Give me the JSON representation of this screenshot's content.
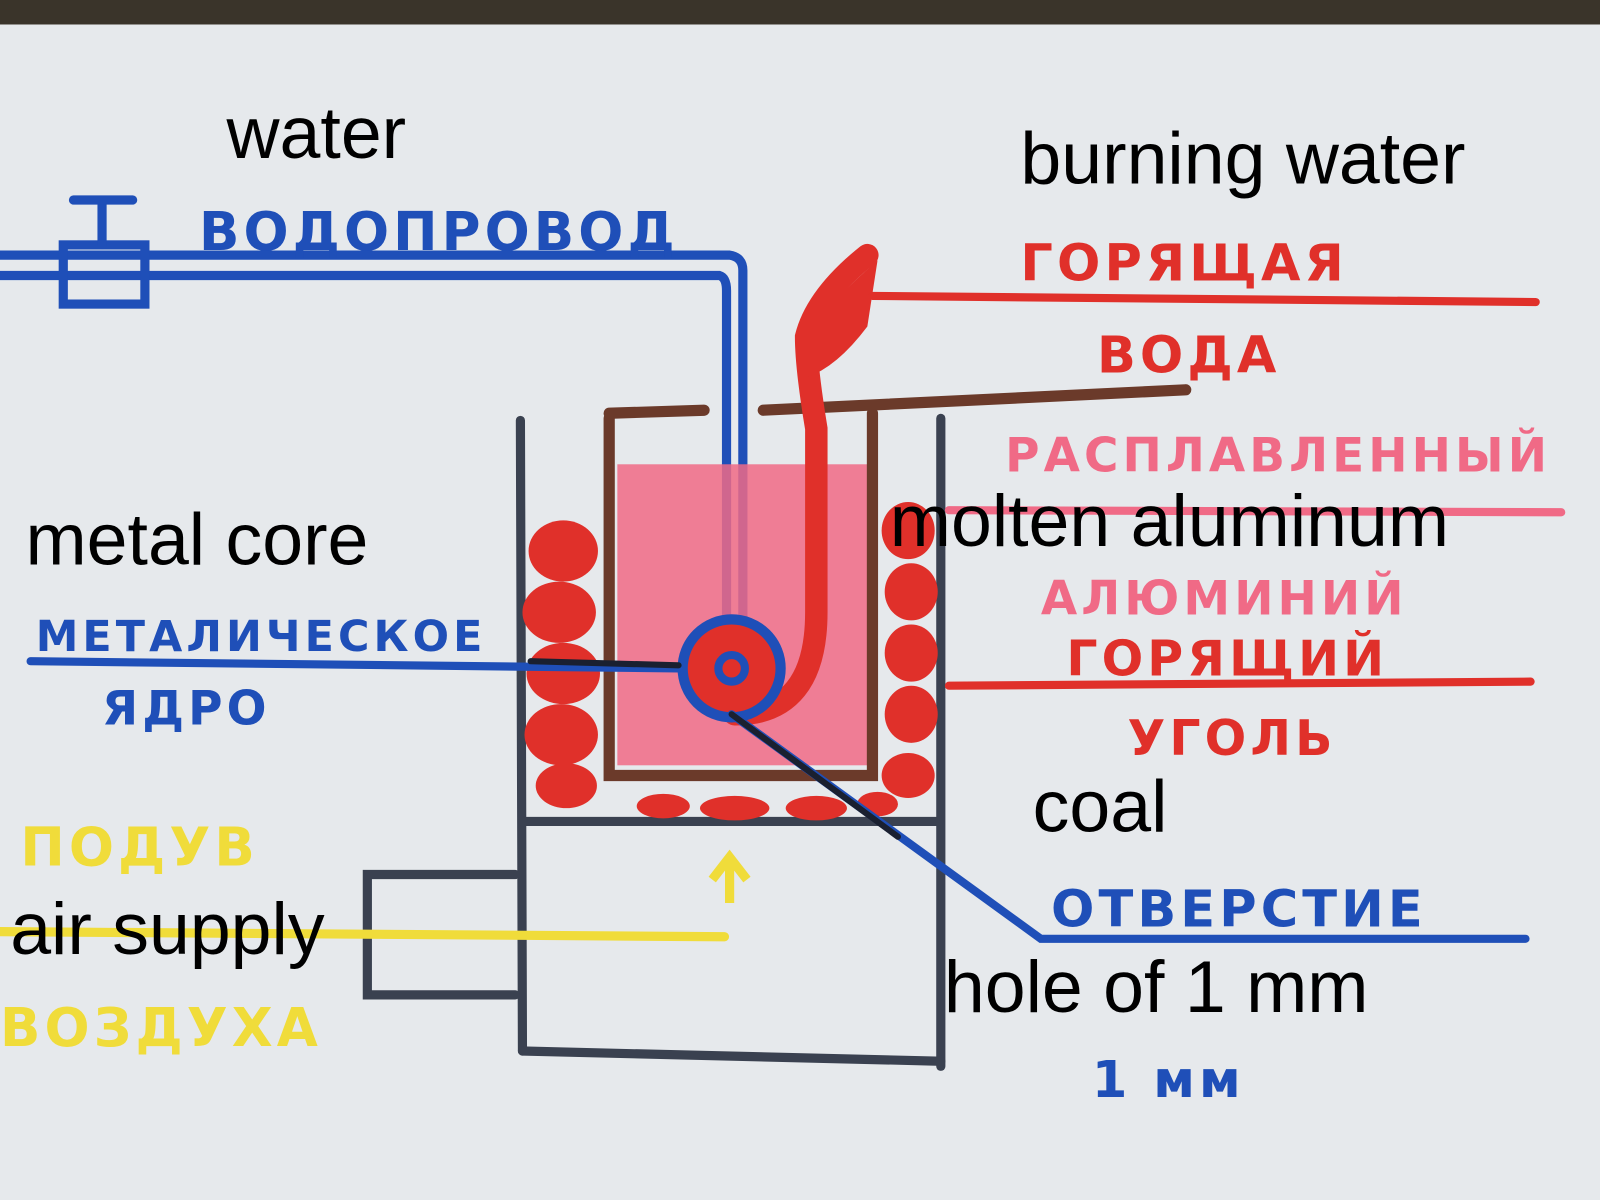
{
  "labels_en": {
    "water": "water",
    "burning_water": "burning water",
    "metal_core": "metal core",
    "molten_aluminum": "molten aluminum",
    "coal": "coal",
    "air_supply": "air supply",
    "hole": "hole of 1 mm"
  },
  "labels_ru": {
    "water_pipe": "ВОДОПРОВОД",
    "burning_1": "ГОРЯЩАЯ",
    "burning_2": "ВОДА",
    "molten_1": "РАСПЛАВЛЕННЫЙ",
    "molten_2": "АЛЮМИНИЙ",
    "coal_1": "ГОРЯЩИЙ",
    "coal_2": "УГОЛЬ",
    "core_1": "МЕТАЛИЧЕСКОЕ",
    "core_2": "ЯДРО",
    "air_1": "ПОДУВ",
    "air_2": "ВОЗДУХА",
    "hole_1": "ОТВЕРСТИЕ",
    "hole_2": "1 мм"
  },
  "colors": {
    "paper": "#e6e9ec",
    "blue": "#1f4fb8",
    "red": "#e0302a",
    "pink": "#f06a86",
    "brown": "#6b3a2a",
    "dark": "#3a4150",
    "yellow": "#f0dc3a"
  }
}
